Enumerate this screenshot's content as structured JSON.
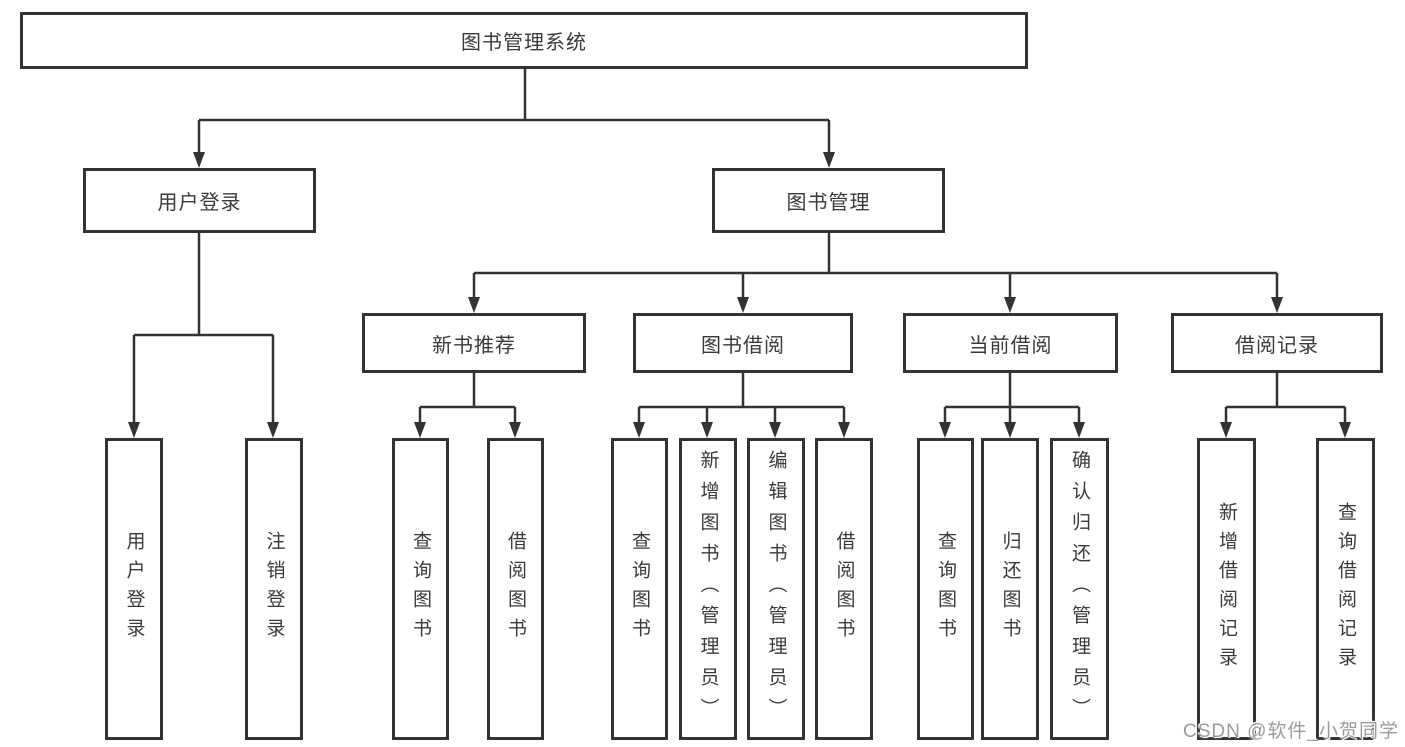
{
  "tree": {
    "label": "图书管理系统",
    "children": [
      {
        "label": "用户登录",
        "children": [
          {
            "label": "用户登录"
          },
          {
            "label": "注销登录"
          }
        ]
      },
      {
        "label": "图书管理",
        "children": [
          {
            "label": "新书推荐",
            "children": [
              {
                "label": "查询图书"
              },
              {
                "label": "借阅图书"
              }
            ]
          },
          {
            "label": "图书借阅",
            "children": [
              {
                "label": "查询图书"
              },
              {
                "label": "新增图书（管理员）"
              },
              {
                "label": "编辑图书（管理员）"
              },
              {
                "label": "借阅图书"
              }
            ]
          },
          {
            "label": "当前借阅",
            "children": [
              {
                "label": "查询图书"
              },
              {
                "label": "归还图书"
              },
              {
                "label": "确认归还（管理员）"
              }
            ]
          },
          {
            "label": "借阅记录",
            "children": [
              {
                "label": "新增借阅记录"
              },
              {
                "label": "查询借阅记录"
              }
            ]
          }
        ]
      }
    ]
  },
  "watermark": {
    "text": "CSDN @软件_小贺同学"
  },
  "colors": {
    "line": "#333333",
    "box_border": "#333333",
    "box_fill": "#ffffff",
    "text": "#3a3a3a",
    "watermark": "#9b9b9b"
  }
}
